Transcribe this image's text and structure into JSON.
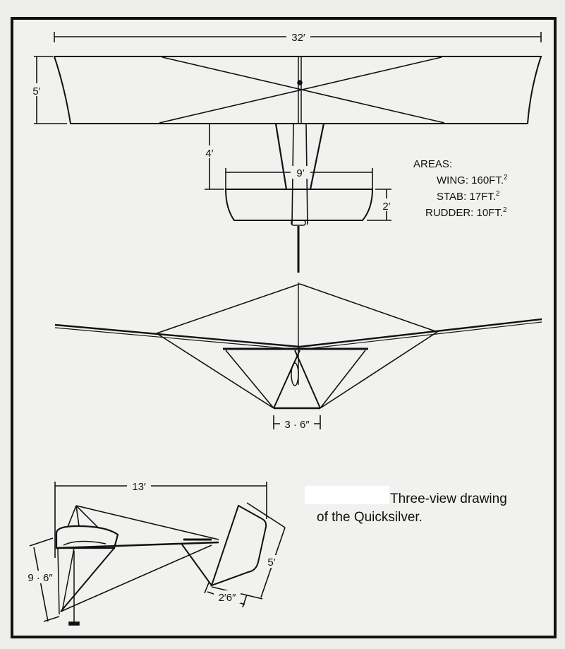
{
  "dimensions": {
    "wingspan": "32′",
    "wing_chord": "5′",
    "wing_to_stab": "4′",
    "stab_span": "9′",
    "stab_chord": "2′",
    "control_bar": "3 · 6″",
    "length": "13′",
    "height": "9 · 6″",
    "rudder_height": "5′",
    "rudder_chord": "2′6″"
  },
  "areas": {
    "title": "AREAS:",
    "wing": "WING: 160FT.",
    "stab": "STAB: 17FT.",
    "rudder": "RUDDER: 10FT.",
    "exponent": "2"
  },
  "caption": {
    "line1": "Three-view drawing",
    "line2": "of the Quicksilver."
  }
}
